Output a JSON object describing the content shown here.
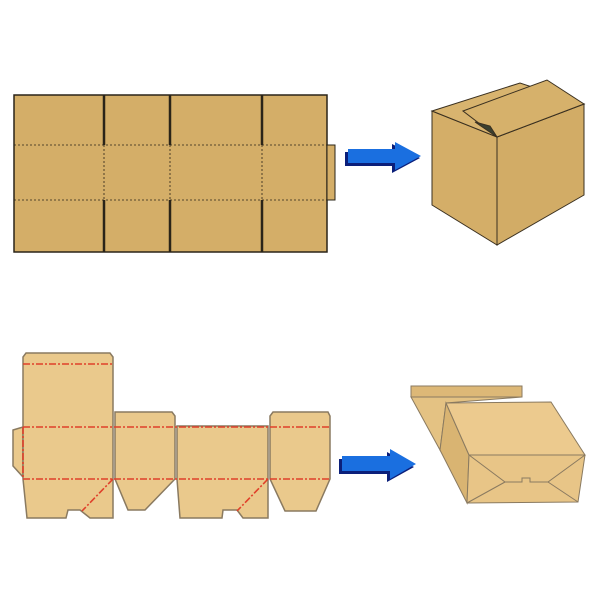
{
  "colors": {
    "background": "#ffffff",
    "carton_top": "#d4ae68",
    "carton_dark_edge": "#2a2418",
    "carton_bottom": "#eac98c",
    "carton_bottom_shade": "#ddb877",
    "carton_bottom_edge": "#8a7a60",
    "fold_line_red": "#e0402a",
    "arrow_blue": "#1a6fe0",
    "arrow_dark": "#0b1f7a"
  },
  "diagrams": [
    {
      "flat": "regular-slotted-carton-blank",
      "folded": "closed-carton-box"
    },
    {
      "flat": "tuck-end-box-blank",
      "folded": "folded-tuck-box"
    }
  ]
}
